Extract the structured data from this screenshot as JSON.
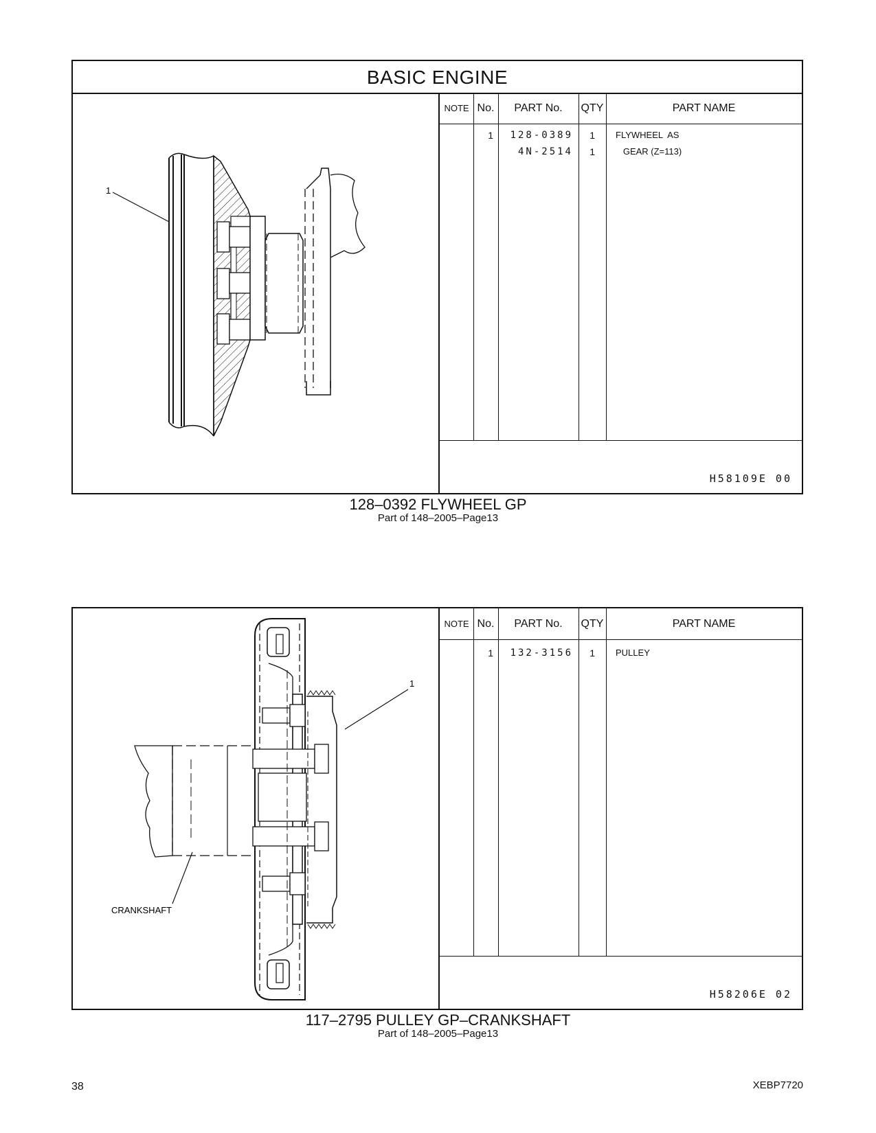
{
  "section": {
    "title": "BASIC   ENGINE"
  },
  "table_headers": {
    "note": "NOTE",
    "no": "No.",
    "part_no": "PART No.",
    "qty": "QTY",
    "part_name": "PART NAME"
  },
  "group1": {
    "title": "128–0392   FLYWHEEL  GP",
    "subtitle": "Part of 148–2005–Page13",
    "drawing_id": "H58109E     00",
    "callout": "1",
    "rows": [
      {
        "no": "1",
        "part_no": "128-0389",
        "qty": "1",
        "name": "FLYWHEEL  AS"
      },
      {
        "no": "",
        "part_no": "4N-2514",
        "qty": "1",
        "name": "   GEAR (Z=113)"
      }
    ]
  },
  "group2": {
    "title": "117–2795   PULLEY  GP–CRANKSHAFT",
    "subtitle": "Part of 148–2005–Page13",
    "drawing_id": "H58206E     02",
    "callout": "1",
    "crankshaft_label": "CRANKSHAFT",
    "rows": [
      {
        "no": "1",
        "part_no": "132-3156",
        "qty": "1",
        "name": "PULLEY"
      }
    ]
  },
  "page": {
    "number": "38",
    "doc_code": "XEBP7720"
  }
}
